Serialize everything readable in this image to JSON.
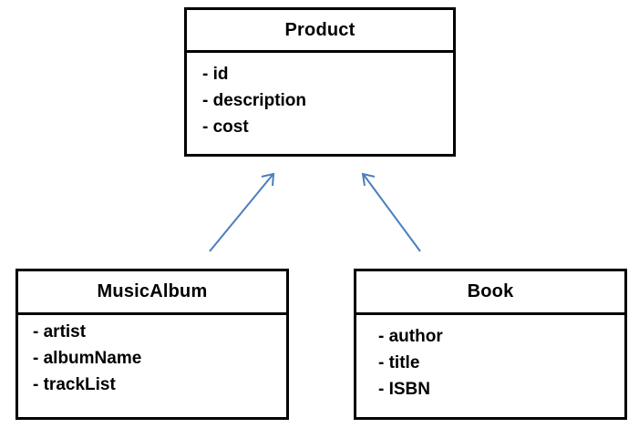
{
  "colors": {
    "box_border": "#000000",
    "arrow": "#4a7ebb",
    "background": "#ffffff"
  },
  "classes": {
    "product": {
      "name": "Product",
      "attributes": [
        "- id",
        "- description",
        "- cost"
      ]
    },
    "musicalbum": {
      "name": "MusicAlbum",
      "attributes": [
        "- artist",
        "- albumName",
        "- trackList"
      ]
    },
    "book": {
      "name": "Book",
      "attributes": [
        "- author",
        "- title",
        "- ISBN"
      ]
    }
  },
  "relations": [
    {
      "from": "MusicAlbum",
      "to": "Product",
      "type": "inheritance"
    },
    {
      "from": "Book",
      "to": "Product",
      "type": "inheritance"
    }
  ]
}
